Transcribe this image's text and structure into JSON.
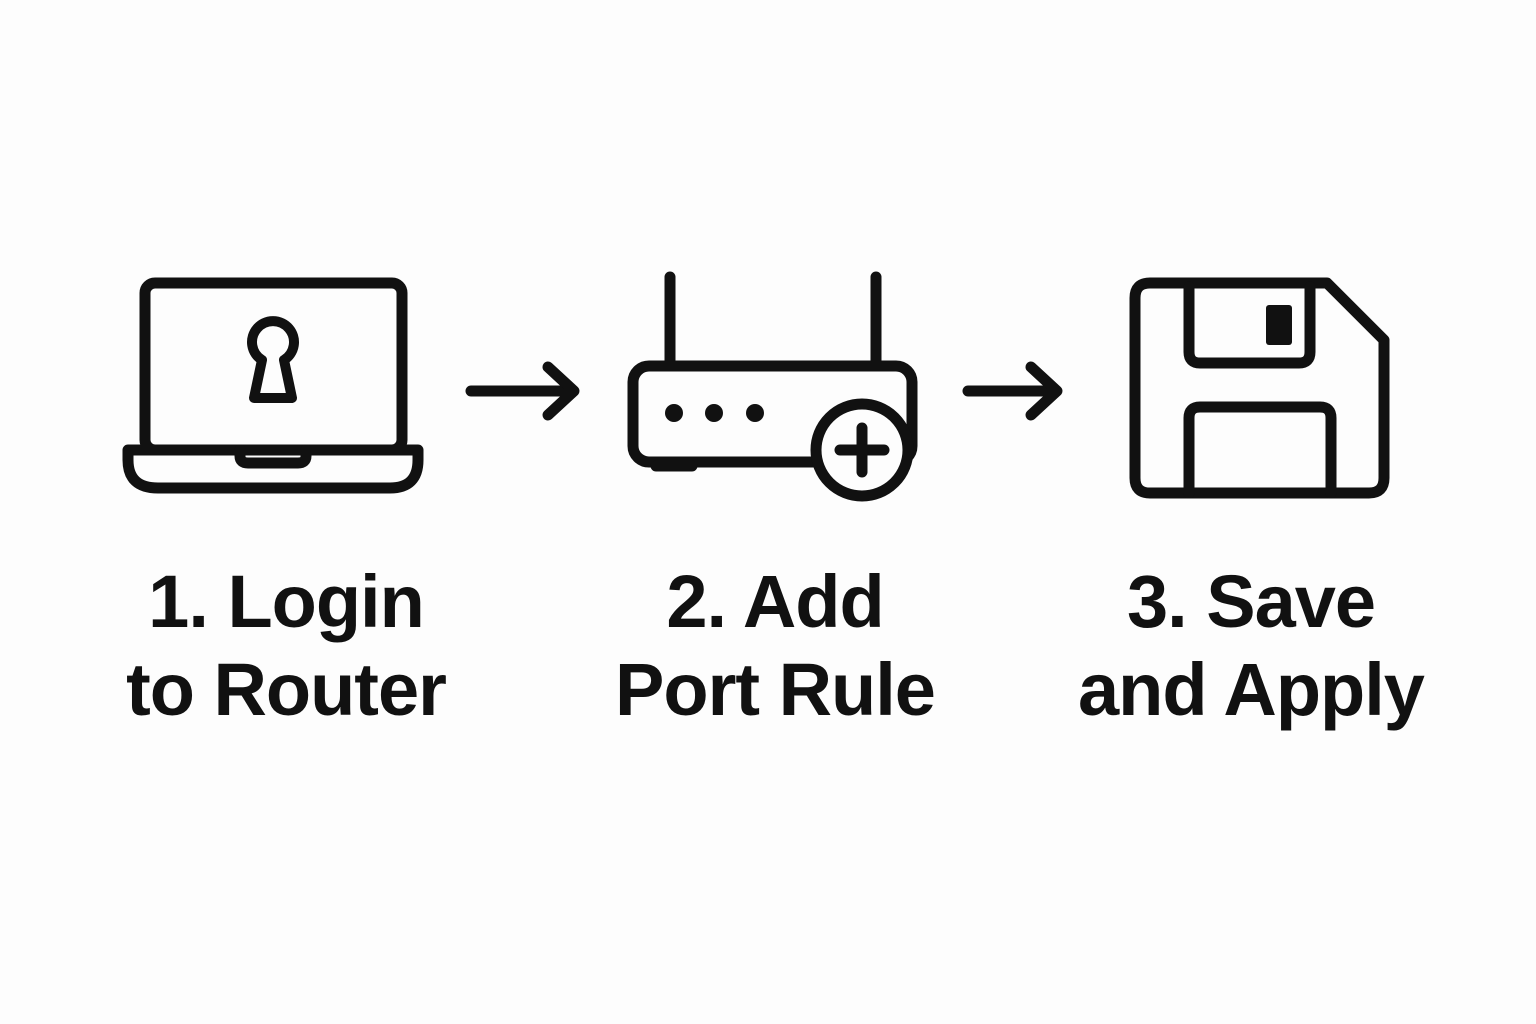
{
  "steps": [
    {
      "icon": "laptop-lock-icon",
      "line1": "1. Login",
      "line2": "to Router"
    },
    {
      "icon": "router-add-icon",
      "line1": "2. Add",
      "line2": "Port Rule"
    },
    {
      "icon": "floppy-save-icon",
      "line1": "3. Save",
      "line2": "and Apply"
    }
  ],
  "connectors": [
    "arrow-right-icon",
    "arrow-right-icon"
  ],
  "colors": {
    "ink": "#111111",
    "background": "#fdfdfd"
  }
}
